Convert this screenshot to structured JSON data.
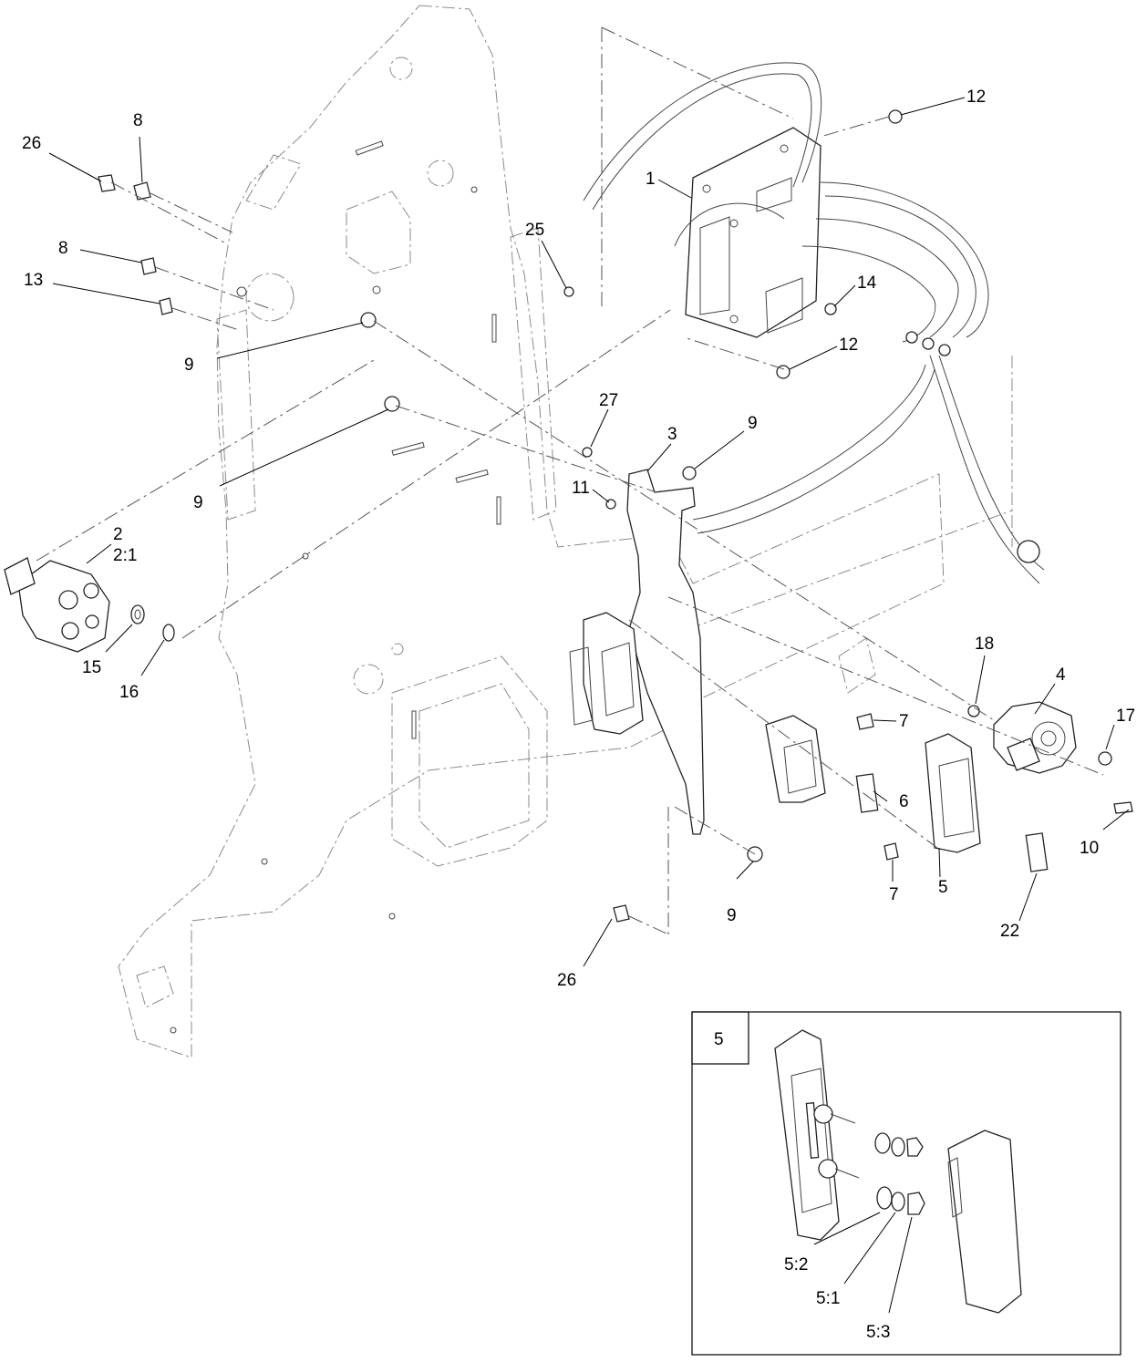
{
  "callouts": {
    "c1": "1",
    "c2": "2",
    "c2_1": "2:1",
    "c3": "3",
    "c4": "4",
    "c5": "5",
    "c6": "6",
    "c7a": "7",
    "c7b": "7",
    "c8a": "8",
    "c8b": "8",
    "c9a": "9",
    "c9b": "9",
    "c9c": "9",
    "c9d": "9",
    "c10": "10",
    "c11": "11",
    "c12a": "12",
    "c12b": "12",
    "c13": "13",
    "c14": "14",
    "c15": "15",
    "c16": "16",
    "c17": "17",
    "c18": "18",
    "c22": "22",
    "c25": "25",
    "c26a": "26",
    "c26b": "26",
    "c27": "27"
  },
  "detail": {
    "box_label": "5",
    "c5_1": "5:1",
    "c5_2": "5:2",
    "c5_3": "5:3"
  }
}
